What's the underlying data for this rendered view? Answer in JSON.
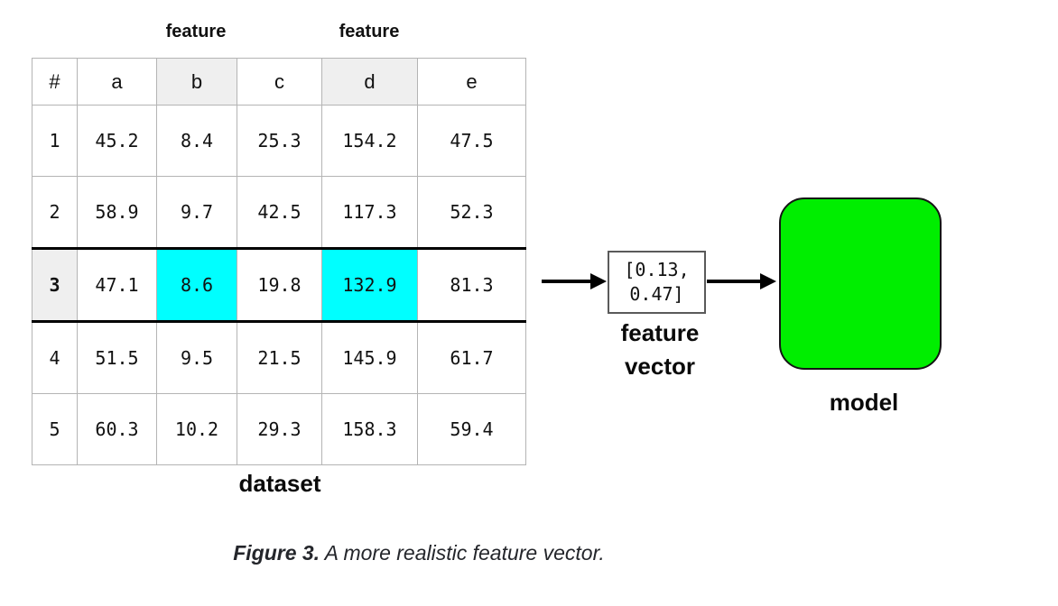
{
  "table": {
    "headers": [
      "#",
      "a",
      "b",
      "c",
      "d",
      "e"
    ],
    "rows": [
      [
        "1",
        "45.2",
        "8.4",
        "25.3",
        "154.2",
        "47.5"
      ],
      [
        "2",
        "58.9",
        "9.7",
        "42.5",
        "117.3",
        "52.3"
      ],
      [
        "3",
        "47.1",
        "8.6",
        "19.8",
        "132.9",
        "81.3"
      ],
      [
        "4",
        "51.5",
        "9.5",
        "21.5",
        "145.9",
        "61.7"
      ],
      [
        "5",
        "60.3",
        "10.2",
        "29.3",
        "158.3",
        "59.4"
      ]
    ],
    "highlighted_row": "3",
    "highlighted_cells": [
      "8.6",
      "132.9"
    ],
    "feature_columns": [
      "b",
      "d"
    ],
    "label": "dataset"
  },
  "annotations": {
    "feature_label_left": "feature",
    "feature_label_right": "feature"
  },
  "feature_vector": {
    "value_line1": "[0.13,",
    "value_line2": "0.47]",
    "label_line1": "feature",
    "label_line2": "vector"
  },
  "model": {
    "label": "model"
  },
  "caption": {
    "lead": "Figure 3.",
    "text": " A more realistic feature vector."
  },
  "colors": {
    "highlight_cyan": "#00ffff",
    "shaded_gray": "#efefef",
    "model_green": "#00ee00",
    "grid_border": "#b4b4b4"
  }
}
